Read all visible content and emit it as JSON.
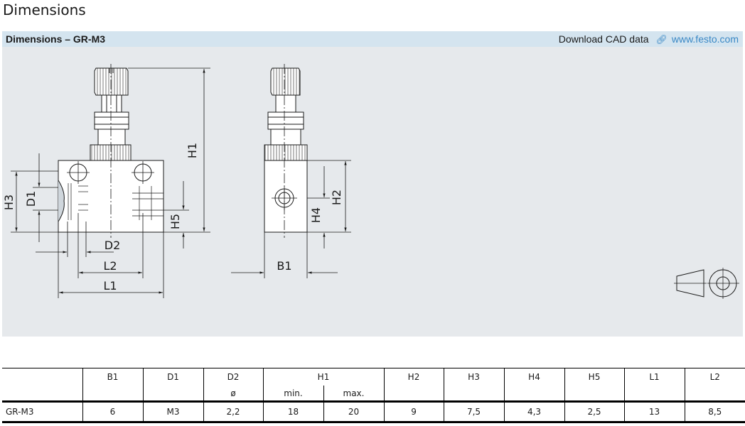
{
  "page": {
    "title": "Dimensions"
  },
  "panel": {
    "title": "Dimensions – GR-M3",
    "cad_label": "Download CAD data",
    "cad_link": "www.festo.com",
    "link_icon": "link-icon"
  },
  "drawing": {
    "labels": {
      "H1": "H1",
      "H2": "H2",
      "H3": "H3",
      "H4": "H4",
      "H5": "H5",
      "D1": "D1",
      "D2": "D2",
      "L1": "L1",
      "L2": "L2",
      "B1": "B1"
    },
    "projection_symbol": "first-angle-projection-icon"
  },
  "table": {
    "headers": [
      "",
      "B1",
      "D1",
      "D2",
      "H1",
      "H2",
      "H3",
      "H4",
      "H5",
      "L1",
      "L2"
    ],
    "subheaders": {
      "D2": "ø",
      "H1_min": "min.",
      "H1_max": "max."
    },
    "rows": [
      {
        "model": "GR-M3",
        "B1": "6",
        "D1": "M3",
        "D2": "2,2",
        "H1_min": "18",
        "H1_max": "20",
        "H2": "9",
        "H3": "7,5",
        "H4": "4,3",
        "H5": "2,5",
        "L1": "13",
        "L2": "8,5"
      }
    ]
  },
  "colors": {
    "panel_bg": "#e6e9ec",
    "header_bg": "#d4e4ef",
    "link": "#3a88c5"
  }
}
